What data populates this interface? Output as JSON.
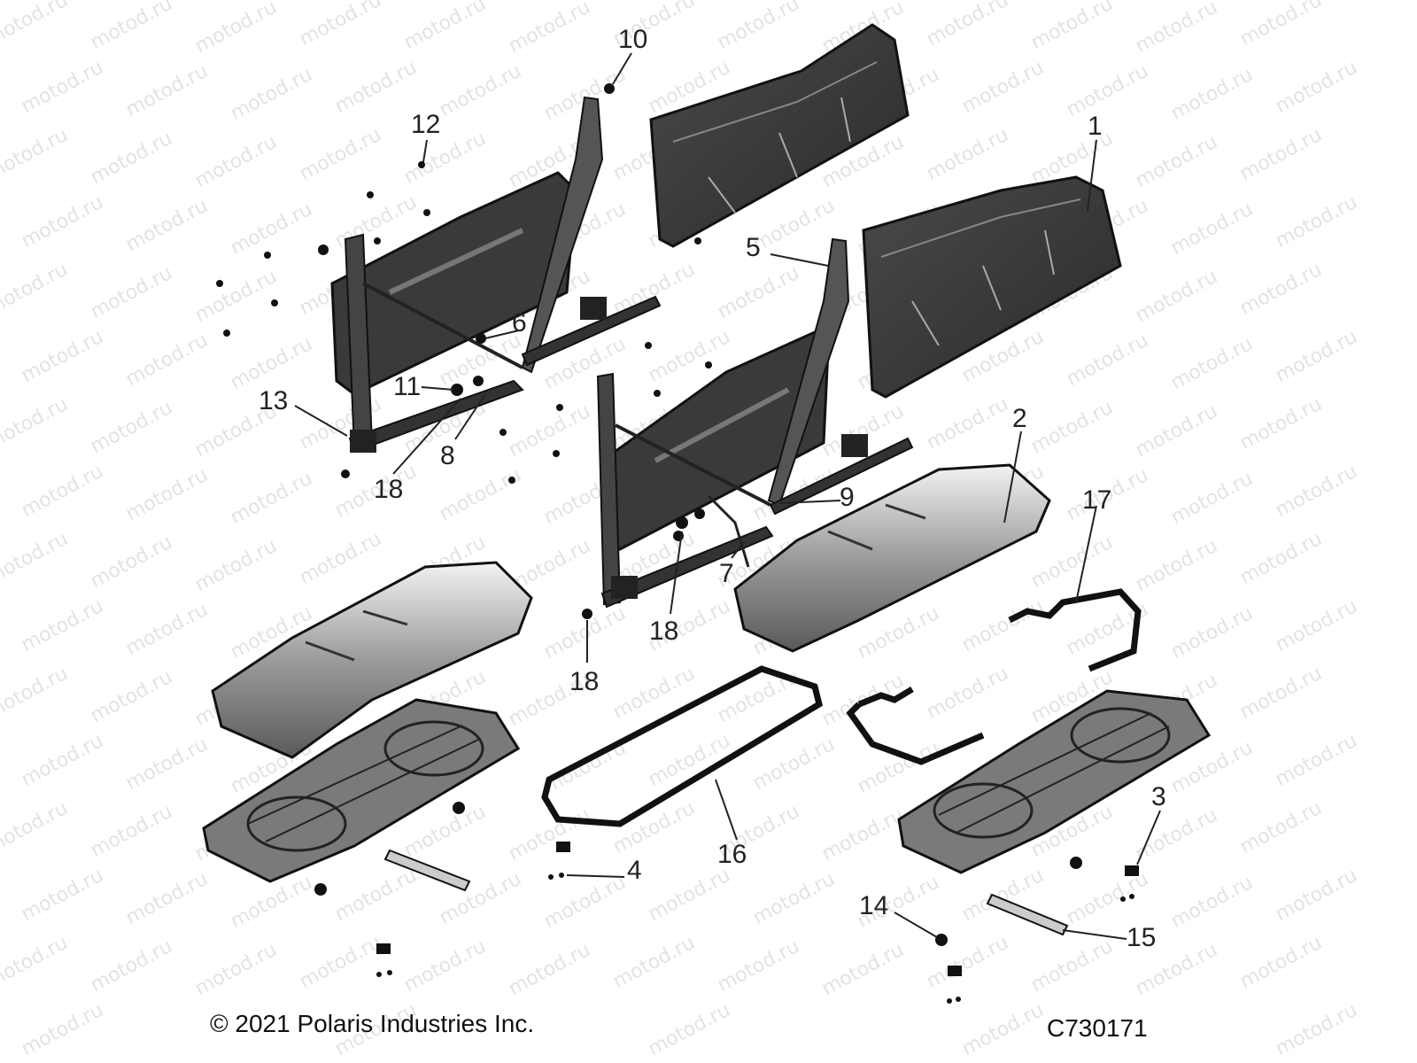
{
  "watermark": "motod.ru",
  "callouts": [
    {
      "id": "c1",
      "text": "1"
    },
    {
      "id": "c2",
      "text": "2"
    },
    {
      "id": "c3",
      "text": "3"
    },
    {
      "id": "c4",
      "text": "4"
    },
    {
      "id": "c5",
      "text": "5"
    },
    {
      "id": "c6",
      "text": "6"
    },
    {
      "id": "c7",
      "text": "7"
    },
    {
      "id": "c8",
      "text": "8"
    },
    {
      "id": "c9",
      "text": "9"
    },
    {
      "id": "c10",
      "text": "10"
    },
    {
      "id": "c11",
      "text": "11"
    },
    {
      "id": "c12",
      "text": "12"
    },
    {
      "id": "c13",
      "text": "13"
    },
    {
      "id": "c14",
      "text": "14"
    },
    {
      "id": "c15",
      "text": "15"
    },
    {
      "id": "c16",
      "text": "16"
    },
    {
      "id": "c17",
      "text": "17"
    },
    {
      "id": "c18a",
      "text": "18"
    },
    {
      "id": "c18b",
      "text": "18"
    },
    {
      "id": "c18c",
      "text": "18"
    }
  ],
  "copyright": "© 2021 Polaris Industries Inc.",
  "figure_code": "C730171",
  "colors": {
    "dark": "#2a2a2a",
    "mid": "#6e6e6e",
    "light": "#cfcfcf",
    "shade": "#9a9a9a"
  }
}
